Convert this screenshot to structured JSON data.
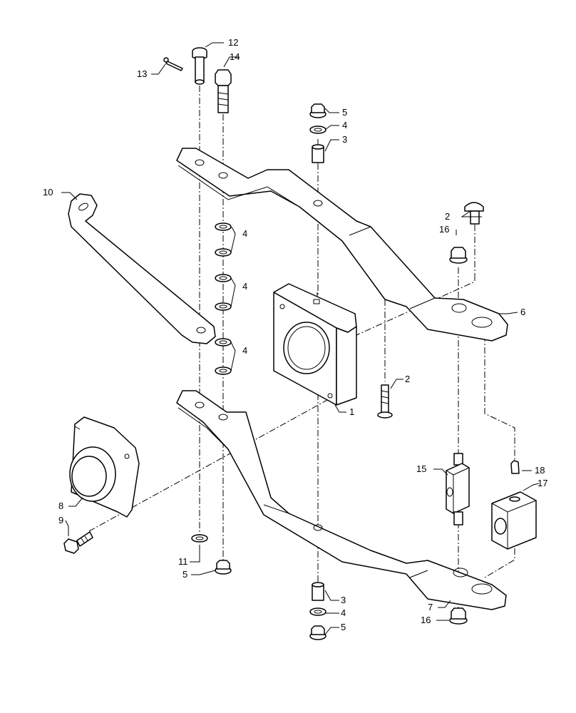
{
  "diagram": {
    "callouts": [
      {
        "id": "c1",
        "text": "1"
      },
      {
        "id": "c2a",
        "text": "2"
      },
      {
        "id": "c2b",
        "text": "2"
      },
      {
        "id": "c3a",
        "text": "3"
      },
      {
        "id": "c3b",
        "text": "3"
      },
      {
        "id": "c4a",
        "text": "4"
      },
      {
        "id": "c4b",
        "text": "4"
      },
      {
        "id": "c4c",
        "text": "4"
      },
      {
        "id": "c4d",
        "text": "4"
      },
      {
        "id": "c4e",
        "text": "4"
      },
      {
        "id": "c5a",
        "text": "5"
      },
      {
        "id": "c5b",
        "text": "5"
      },
      {
        "id": "c5c",
        "text": "5"
      },
      {
        "id": "c6",
        "text": "6"
      },
      {
        "id": "c7",
        "text": "7"
      },
      {
        "id": "c8",
        "text": "8"
      },
      {
        "id": "c9",
        "text": "9"
      },
      {
        "id": "c10",
        "text": "10"
      },
      {
        "id": "c11",
        "text": "11"
      },
      {
        "id": "c12",
        "text": "12"
      },
      {
        "id": "c13",
        "text": "13"
      },
      {
        "id": "c14",
        "text": "14"
      },
      {
        "id": "c15",
        "text": "15"
      },
      {
        "id": "c16a",
        "text": "16"
      },
      {
        "id": "c16b",
        "text": "16"
      },
      {
        "id": "c17",
        "text": "17"
      },
      {
        "id": "c18",
        "text": "18"
      }
    ]
  }
}
